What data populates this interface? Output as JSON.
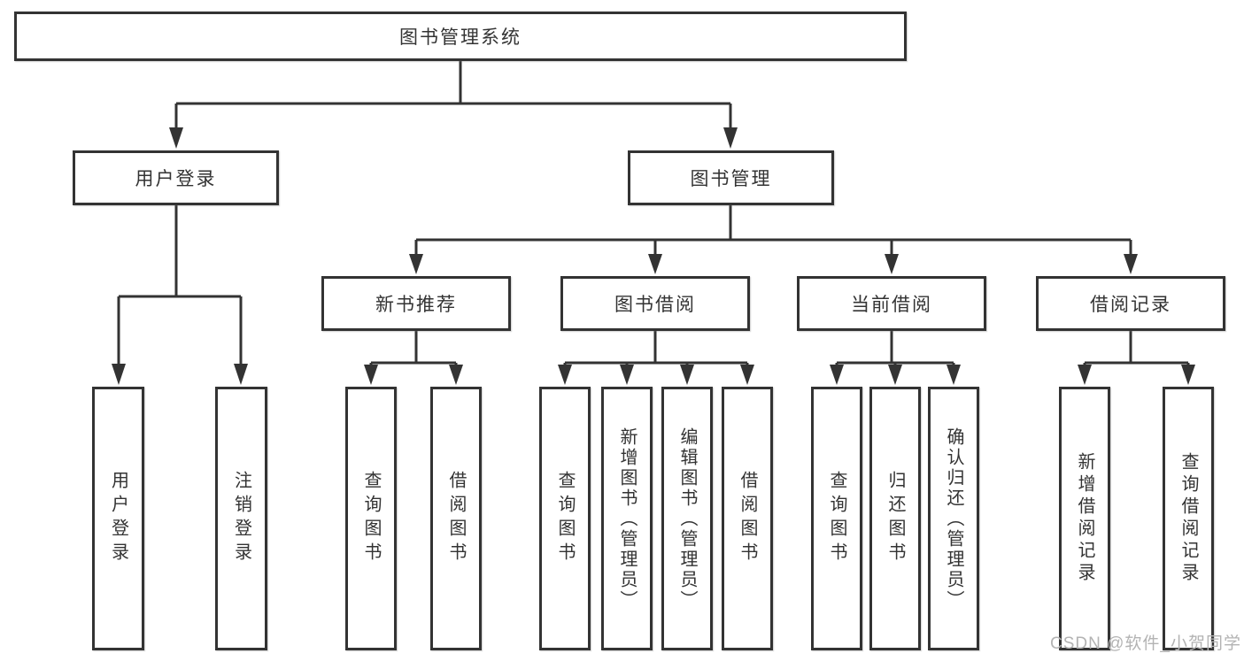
{
  "diagram": {
    "title": "图书管理系统",
    "root": {
      "label": "图书管理系统",
      "children": [
        {
          "label": "用户登录",
          "children": [
            {
              "label": "用户登录"
            },
            {
              "label": "注销登录"
            }
          ]
        },
        {
          "label": "图书管理",
          "children": [
            {
              "label": "新书推荐",
              "children": [
                {
                  "label": "查询图书"
                },
                {
                  "label": "借阅图书"
                }
              ]
            },
            {
              "label": "图书借阅",
              "children": [
                {
                  "label": "查询图书"
                },
                {
                  "label": "新增图书（管理员）"
                },
                {
                  "label": "编辑图书（管理员）"
                },
                {
                  "label": "借阅图书"
                }
              ]
            },
            {
              "label": "当前借阅",
              "children": [
                {
                  "label": "查询图书"
                },
                {
                  "label": "归还图书"
                },
                {
                  "label": "确认归还（管理员）"
                }
              ]
            },
            {
              "label": "借阅记录",
              "children": [
                {
                  "label": "新增借阅记录"
                },
                {
                  "label": "查询借阅记录"
                }
              ]
            }
          ]
        }
      ]
    }
  },
  "watermark": {
    "text": "CSDN @软件_小贺同学"
  },
  "colors": {
    "line": "#333333",
    "box_border": "#333333",
    "text": "#333333",
    "watermark": "#b3b3b3",
    "background": "#ffffff"
  }
}
